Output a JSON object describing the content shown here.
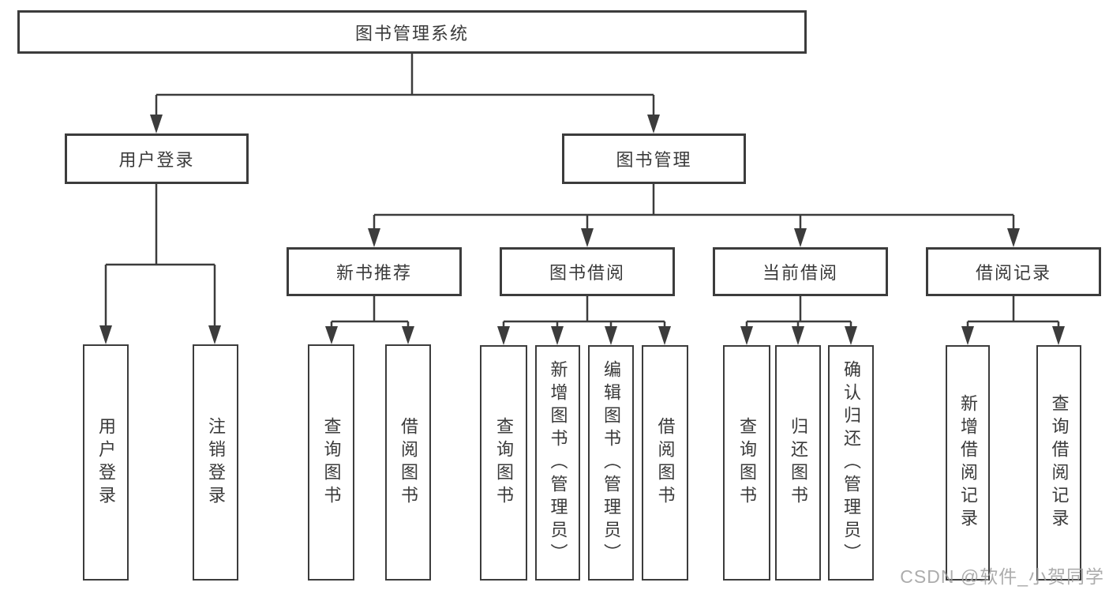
{
  "tree": {
    "label": "图书管理系统",
    "children": [
      {
        "label": "用户登录",
        "children": [
          {
            "label": "用户登录"
          },
          {
            "label": "注销登录"
          }
        ]
      },
      {
        "label": "图书管理",
        "children": [
          {
            "label": "新书推荐",
            "children": [
              {
                "label": "查询图书"
              },
              {
                "label": "借阅图书"
              }
            ]
          },
          {
            "label": "图书借阅",
            "children": [
              {
                "label": "查询图书"
              },
              {
                "label": "新增图书（管理员）"
              },
              {
                "label": "编辑图书（管理员）"
              },
              {
                "label": "借阅图书"
              }
            ]
          },
          {
            "label": "当前借阅",
            "children": [
              {
                "label": "查询图书"
              },
              {
                "label": "归还图书"
              },
              {
                "label": "确认归还（管理员）"
              }
            ]
          },
          {
            "label": "借阅记录",
            "children": [
              {
                "label": "新增借阅记录"
              },
              {
                "label": "查询借阅记录"
              }
            ]
          }
        ]
      }
    ]
  },
  "watermark": {
    "text": "CSDN @软件_小贺同学"
  },
  "colors": {
    "line": "#3c3c3c",
    "box_border": "#3c3c3c",
    "text": "#3a3a3a",
    "watermark": "#9e9e9e",
    "background": "#ffffff"
  }
}
